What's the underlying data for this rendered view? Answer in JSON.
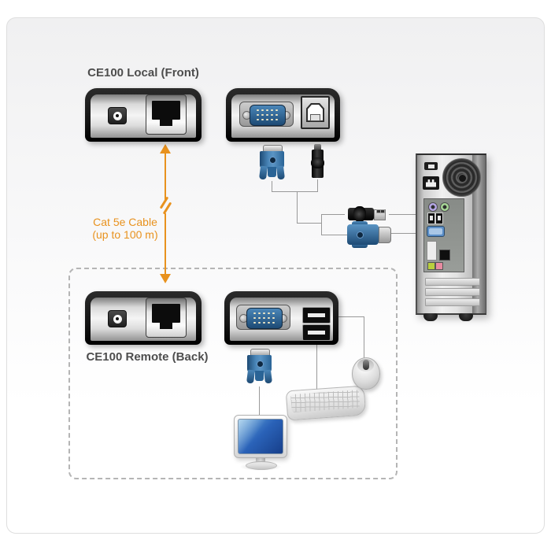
{
  "labels": {
    "local_unit": "CE100 Local (Front)",
    "remote_unit": "CE100 Remote (Back)",
    "cable_line1": "Cat 5e Cable",
    "cable_line2": "(up to 100 m)"
  },
  "colors": {
    "accent_orange": "#E8921E",
    "label_gray": "#4D4D4D",
    "connection_line_gray": "#999999",
    "vga_blue_dark": "#1D4A74",
    "vga_blue_mid": "#2A6496",
    "vga_blue_light": "#4A86B8",
    "monitor_screen_blue": "#2A62B8",
    "ps2_purple": "#B4A6E4",
    "ps2_green": "#A6D596",
    "audio_green": "#B9CF3D",
    "audio_pink": "#E88BA1"
  },
  "components": {
    "local_front_extender": {
      "ports": [
        "dc-power-jack",
        "rj45-port"
      ]
    },
    "local_back_extender": {
      "ports": [
        "vga-port",
        "usb-b-port"
      ],
      "vga_pin_count": 15
    },
    "remote_front_extender": {
      "ports": [
        "dc-power-jack",
        "rj45-port"
      ]
    },
    "remote_back_extender": {
      "ports": [
        "vga-port",
        "usb-a-port-top",
        "usb-a-port-bottom"
      ],
      "vga_pin_count": 15
    },
    "computer_tower": {
      "features": [
        "power-switch",
        "power-inlet",
        "fan-grille",
        "ps2-mouse-port",
        "ps2-keyboard-port",
        "usb-ports",
        "vga-port",
        "dvi-port",
        "ethernet-port",
        "audio-out-jack",
        "mic-in-jack",
        "expansion-slots"
      ]
    },
    "peripherals": [
      "monitor",
      "keyboard",
      "mouse"
    ],
    "cables": [
      "cat5e-link",
      "vga-cable",
      "usb-cable"
    ]
  }
}
